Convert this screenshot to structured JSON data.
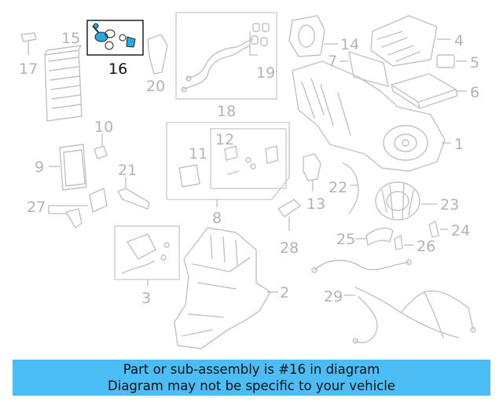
{
  "diagram": {
    "highlighted_part": "16",
    "callouts": [
      "1",
      "2",
      "3",
      "4",
      "5",
      "6",
      "7",
      "8",
      "9",
      "10",
      "11",
      "12",
      "13",
      "14",
      "15",
      "16",
      "17",
      "18",
      "19",
      "20",
      "21",
      "22",
      "23",
      "24",
      "25",
      "26",
      "27",
      "28",
      "29"
    ]
  },
  "banner": {
    "line1": "Part or sub-assembly is #16 in diagram",
    "line2": "Diagram may not be specific to your vehicle"
  },
  "colors": {
    "banner_bg": "#4dbdf5",
    "highlight_part": "#29a9e0",
    "line_art": "#c2c2c2"
  }
}
